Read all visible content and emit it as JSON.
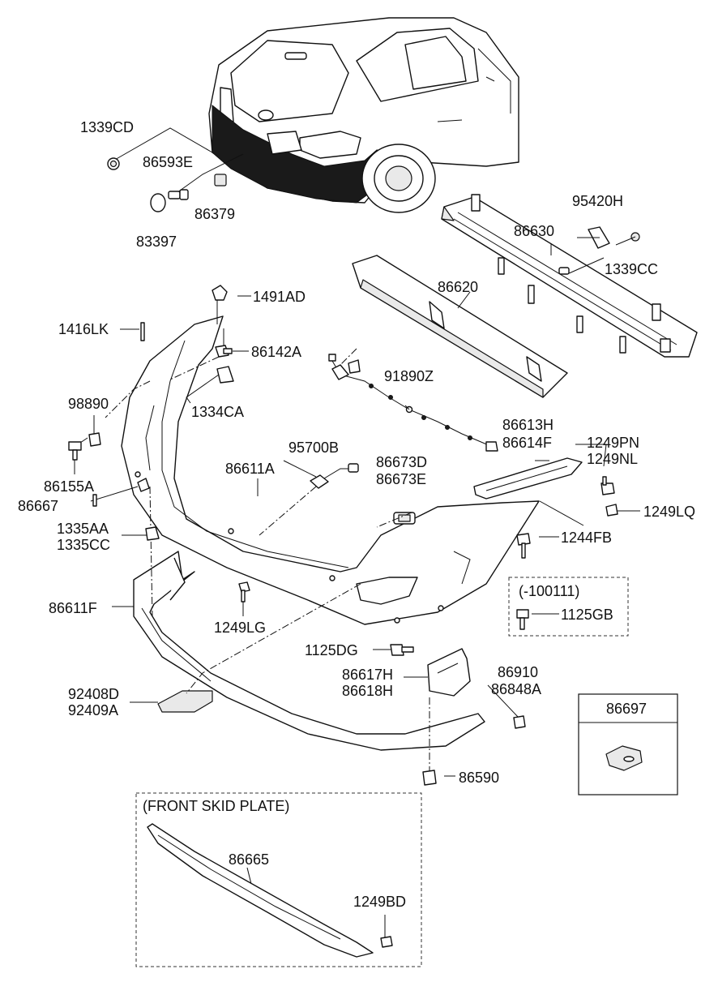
{
  "labels": {
    "p1339CD": "1339CD",
    "p86593E": "86593E",
    "p86379": "86379",
    "p83397": "83397",
    "p95420H": "95420H",
    "p86630": "86630",
    "p1339CC": "1339CC",
    "p86620": "86620",
    "p1491AD": "1491AD",
    "p1416LK": "1416LK",
    "p86142A": "86142A",
    "p91890Z": "91890Z",
    "p98890": "98890",
    "p1334CA": "1334CA",
    "p86613H": "86613H",
    "p86614F": "86614F",
    "p1249PN": "1249PN",
    "p1249NL": "1249NL",
    "p95700B": "95700B",
    "p86155A": "86155A",
    "p86611A": "86611A",
    "p86673D": "86673D",
    "p86673E": "86673E",
    "p86667": "86667",
    "p1249LQ": "1249LQ",
    "p1335AA": "1335AA",
    "p1335CC": "1335CC",
    "p1244FB": "1244FB",
    "p100111": "(-100111)",
    "p1125GB": "1125GB",
    "p86611F": "86611F",
    "p1249LG": "1249LG",
    "p1125DG": "1125DG",
    "p86617H": "86617H",
    "p86618H": "86618H",
    "p86910": "86910",
    "p86848A": "86848A",
    "p86697": "86697",
    "p92408D": "92408D",
    "p92409A": "92409A",
    "p86590": "86590",
    "frontSkid": "(FRONT SKID PLATE)",
    "p86665": "86665",
    "p1249BD": "1249BD"
  }
}
